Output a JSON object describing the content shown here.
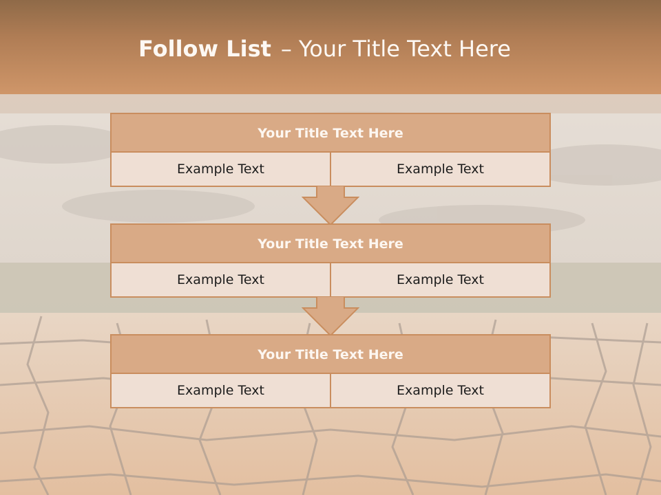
{
  "slide": {
    "title_bold": "Follow List",
    "title_separator": "–",
    "title_rest": "Your Title Text Here"
  },
  "steps": [
    {
      "title": "Your Title Text Here",
      "left": "Example Text",
      "right": "Example Text"
    },
    {
      "title": "Your Title Text Here",
      "left": "Example Text",
      "right": "Example Text"
    },
    {
      "title": "Your Title Text Here",
      "left": "Example Text",
      "right": "Example Text"
    }
  ],
  "colors": {
    "header": "#c08a60",
    "step_title_fill": "#d9aa86",
    "step_cell_fill": "#efdfd4",
    "border": "#c98d5e"
  }
}
